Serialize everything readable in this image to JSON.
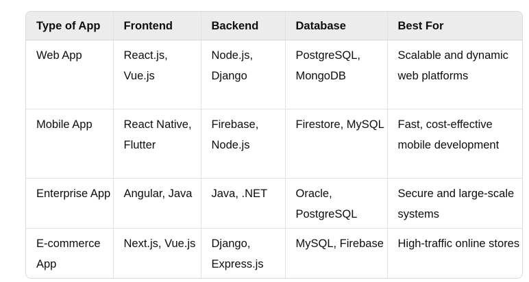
{
  "table": {
    "headers": [
      "Type of App",
      "Frontend",
      "Backend",
      "Database",
      "Best For"
    ],
    "rows": [
      [
        "Web App",
        "React.js, Vue.js",
        "Node.js, Django",
        "PostgreSQL, MongoDB",
        "Scalable and dynamic web platforms"
      ],
      [
        "Mobile App",
        "React Native, Flutter",
        "Firebase, Node.js",
        "Firestore, MySQL",
        "Fast, cost-effective mobile development"
      ],
      [
        "Enterprise App",
        "Angular, Java",
        "Java, .NET",
        "Oracle, PostgreSQL",
        "Secure and large-scale systems"
      ],
      [
        "E-commerce App",
        "Next.js, Vue.js",
        "Django, Express.js",
        "MySQL, Firebase",
        "High-traffic online stores"
      ]
    ]
  }
}
